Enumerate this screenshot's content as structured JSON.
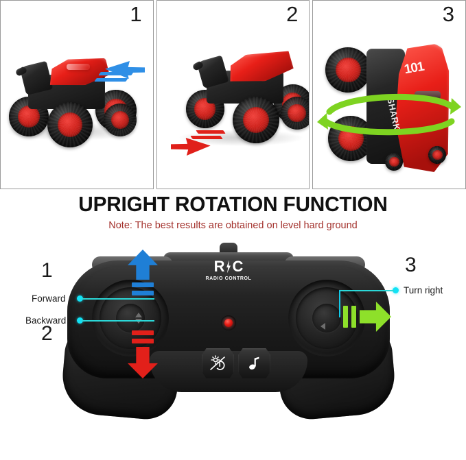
{
  "panels": [
    {
      "number": "1",
      "motion": "forward",
      "arrow_color": "#2a8fe0",
      "caption_icon": "forward-arrow-icon"
    },
    {
      "number": "2",
      "motion": "backward",
      "arrow_color": "#e0201a",
      "caption_icon": "backward-arrow-icon"
    },
    {
      "number": "3",
      "motion": "rotation",
      "arrow_color": "#7ed321",
      "caption_icon": "rotation-arrow-icon",
      "decal_main": "SHARK",
      "decal_number": "101"
    }
  ],
  "heading": {
    "title": "UPRIGHT ROTATION FUNCTION",
    "note": "Note: The best results are obtained on level hard ground",
    "note_color": "#a3312c"
  },
  "controller": {
    "brand": {
      "main_left": "R",
      "main_right": "C",
      "sub": "RADIO CONTROL"
    },
    "led_label": "power-led",
    "buttons": [
      {
        "name": "light-button",
        "icon": "light-power-icon"
      },
      {
        "name": "music-button",
        "icon": "music-note-icon"
      }
    ],
    "callouts": [
      {
        "number": "1",
        "label": "Forward",
        "arrow": "up",
        "arrow_color": "#1f7fd6"
      },
      {
        "number": "2",
        "label": "Backward",
        "arrow": "down",
        "arrow_color": "#e2201a"
      },
      {
        "number": "3",
        "label": "Turn right",
        "arrow": "right",
        "arrow_color": "#8ee02a"
      }
    ],
    "accent_dot_color": "#12e2f5",
    "lead_line_color": "#2bd8d8"
  }
}
